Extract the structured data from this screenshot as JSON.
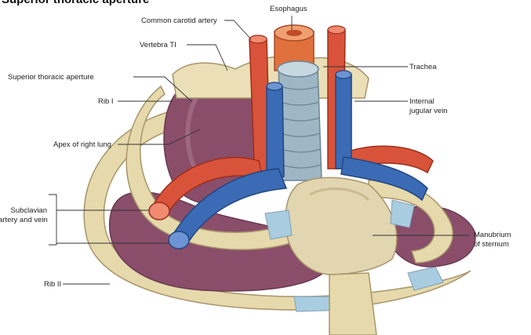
{
  "title": "Superior thoracic aperture",
  "labels": {
    "esophagus": "Esophagus",
    "common_carotid": "Common carotid artery",
    "vertebra": "Vertebra TI",
    "trachea": "Trachea",
    "superior_aperture": "Superior thoracic aperture",
    "rib1": "Rib I",
    "internal_jugular_1": "Internal",
    "internal_jugular_2": "jugular vein",
    "apex_lung": "Apex of right lung",
    "subclavian_1": "Subclavian",
    "subclavian_2": "artery and vein",
    "manubrium_1": "Manubrium",
    "manubrium_2": "of sternum",
    "rib2": "Rib II"
  },
  "colors": {
    "bone": "#e8dcb0",
    "lung": "#8a4e6a",
    "artery": "#d9533a",
    "vein": "#3b6bb5",
    "trachea": "#9fb6c4",
    "esophagus": "#e0713c",
    "cartilage": "#a9cde0"
  }
}
